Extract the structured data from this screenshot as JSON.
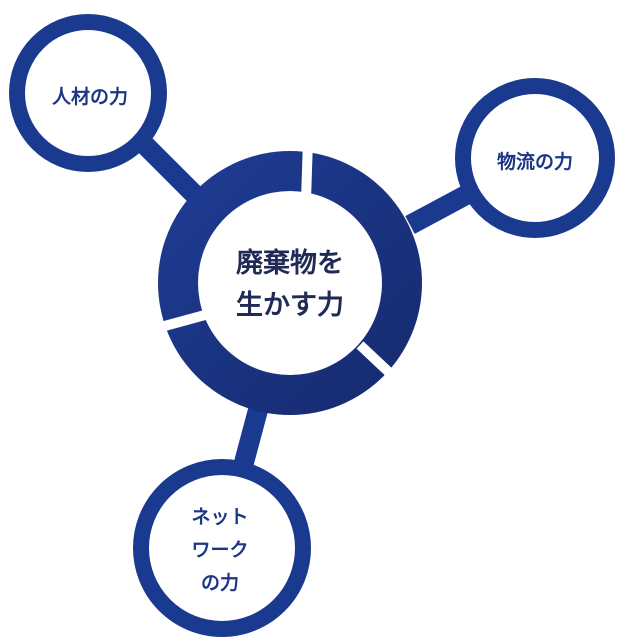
{
  "center": {
    "label": "廃棄物を\n生かす力"
  },
  "nodes": [
    {
      "id": "jinzai",
      "label": "人材の力"
    },
    {
      "id": "butsuryu",
      "label": "物流の力"
    },
    {
      "id": "network",
      "label": "ネット\nワーク\nの力"
    }
  ],
  "colors": {
    "ring_dark": "#152a6e",
    "ring_light": "#1f3d95",
    "node_border": "#1a3a8f",
    "label_text": "#1d3585",
    "center_text": "#1f2a55",
    "background": "#ffffff"
  }
}
